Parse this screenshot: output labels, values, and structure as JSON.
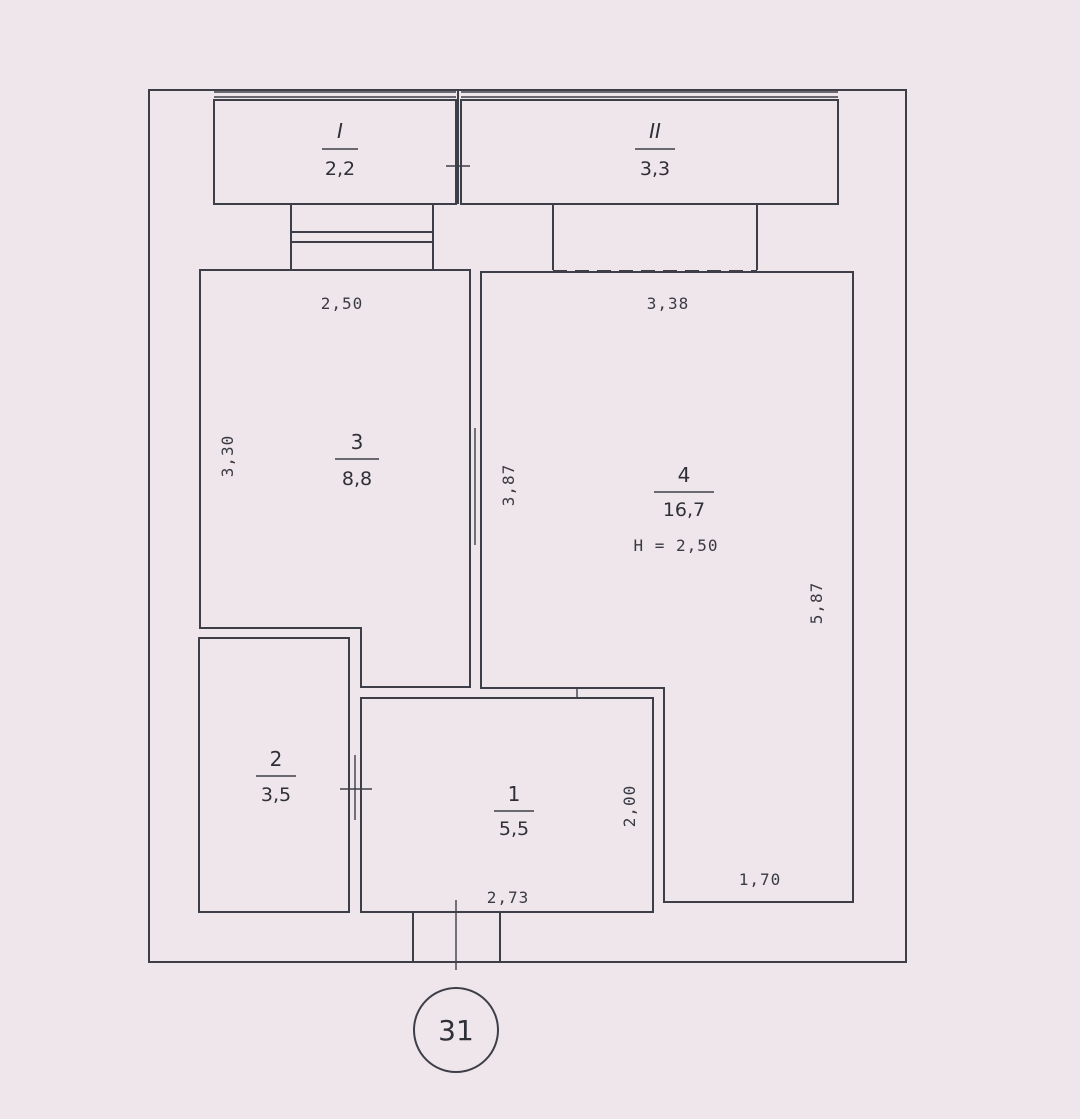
{
  "rooms": {
    "balcony1": {
      "number": "I",
      "area": "2,2"
    },
    "balcony2": {
      "number": "II",
      "area": "3,3"
    },
    "room3": {
      "number": "3",
      "area": "8,8"
    },
    "room4": {
      "number": "4",
      "area": "16,7",
      "height": "H = 2,50"
    },
    "room2": {
      "number": "2",
      "area": "3,5"
    },
    "room1": {
      "number": "1",
      "area": "5,5"
    }
  },
  "dimensions": {
    "room3_width": "2,50",
    "room3_length": "3,30",
    "room4_width": "3,38",
    "room4_inner": "3,87",
    "room4_length": "5,87",
    "room4_bottom": "1,70",
    "room1_height": "2,00",
    "room1_width": "2,73"
  },
  "apartment_number": "31"
}
